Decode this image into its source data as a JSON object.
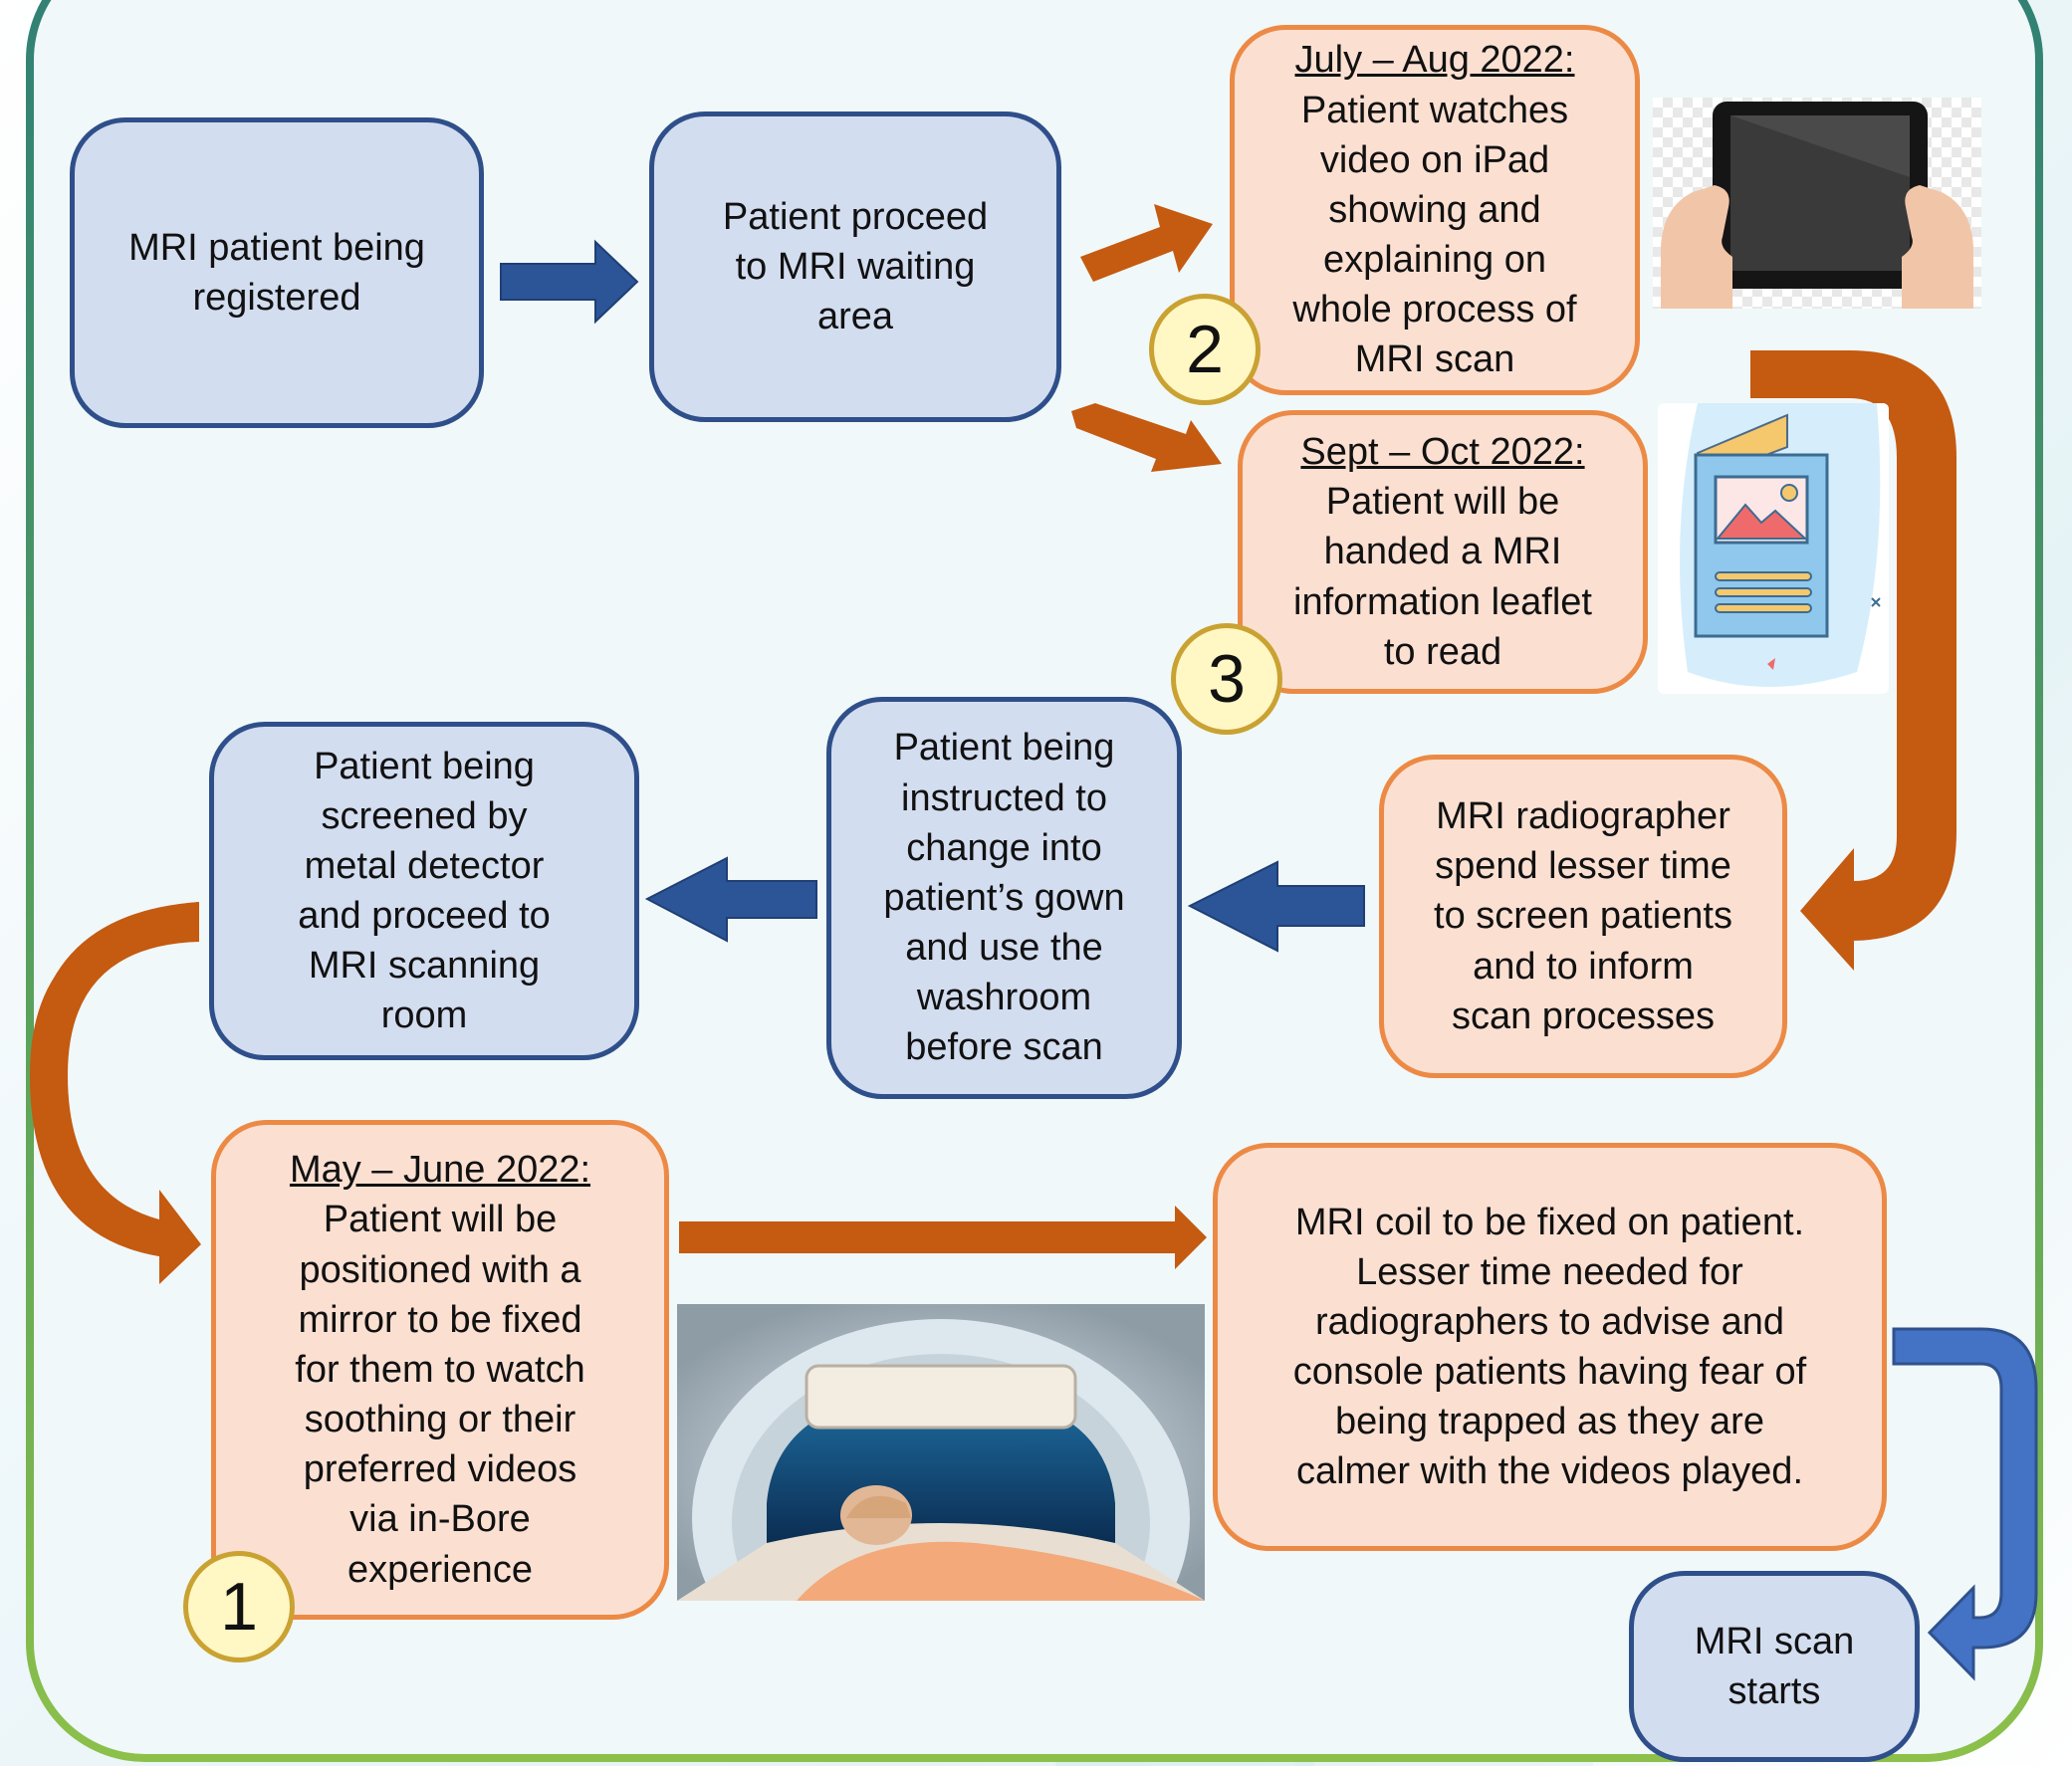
{
  "colors": {
    "blue_box_fill": "#d3ddf0",
    "blue_box_border": "#2f4f8a",
    "orange_box_fill": "#fbe0d2",
    "orange_box_border": "#ec8a45",
    "blue_arrow": "#2c5597",
    "orange_arrow": "#c55a11",
    "badge_fill": "#fff7c4",
    "badge_border": "#c9a232"
  },
  "steps": {
    "registered": "MRI patient being\nregistered",
    "waiting_area": "Patient proceed\nto MRI waiting\narea",
    "ipad_heading": "July – Aug 2022:",
    "ipad_body": "Patient watches\nvideo on iPad\nshowing and\nexplaining on\nwhole process of\nMRI scan",
    "leaflet_heading": "Sept – Oct 2022:",
    "leaflet_body": "Patient will be\nhanded a MRI\ninformation leaflet\nto read",
    "radiographer": "MRI radiographer\nspend lesser time\nto screen patients\nand to inform\nscan processes",
    "change_gown": "Patient being\ninstructed to\nchange into\npatient’s gown\nand use the\nwashroom\nbefore scan",
    "metal_detector": "Patient being\nscreened by\nmetal detector\nand proceed to\nMRI scanning\nroom",
    "mirror_heading": "May – June 2022:",
    "mirror_body": "Patient will be\npositioned with a\nmirror to be fixed\nfor them to watch\nsoothing or their\npreferred videos\nvia in-Bore\nexperience",
    "coil": "MRI coil to be fixed on patient.\nLesser time needed for\nradiographers to advise and\nconsole patients having fear of\nbeing trapped as they are\ncalmer with the videos played.",
    "scan_starts": "MRI scan\nstarts"
  },
  "badges": {
    "one": "1",
    "two": "2",
    "three": "3"
  },
  "images": {
    "ipad": "tablet-held-in-hands-icon",
    "leaflet": "information-leaflet-icon",
    "mri_bore": "patient-in-mri-bore-with-underwater-video-photo"
  }
}
